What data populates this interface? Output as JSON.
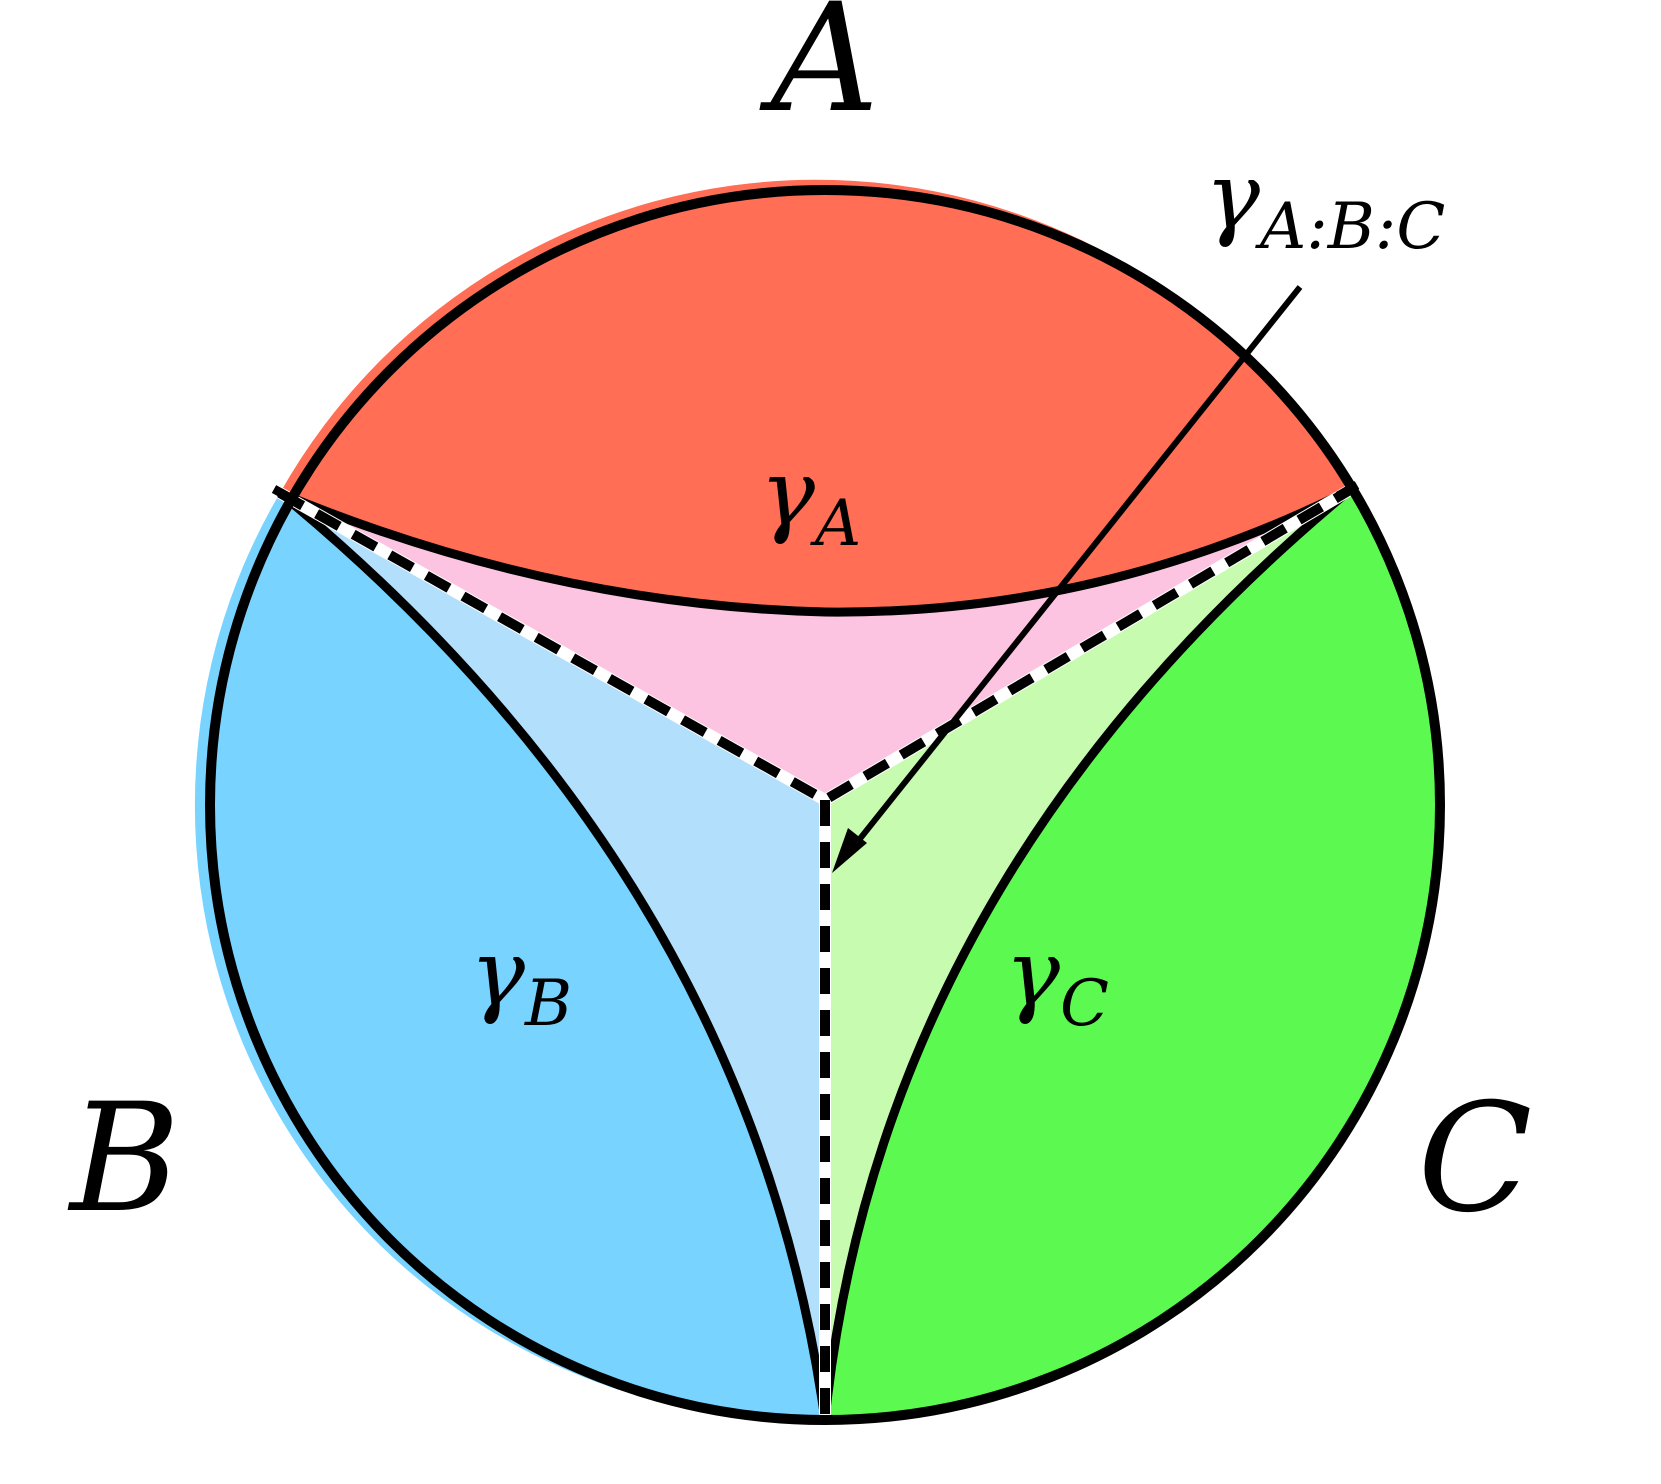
{
  "labels": {
    "region_a": "A",
    "region_b": "B",
    "region_c": "C"
  },
  "geodesics": {
    "gamma_a": {
      "symbol": "γ",
      "subscript": "A"
    },
    "gamma_b": {
      "symbol": "γ",
      "subscript": "B"
    },
    "gamma_c": {
      "symbol": "γ",
      "subscript": "C"
    },
    "gamma_abc": {
      "symbol": "γ",
      "subscript": "A:B:C"
    }
  },
  "colors": {
    "region_a_fill": "#ff6e55",
    "region_b_fill": "#79d3ff",
    "region_c_fill": "#5cfa51",
    "wedge_a_fill": "#fcc4e1",
    "wedge_b_fill": "#b2dffc",
    "wedge_c_fill": "#c7fbb0",
    "stroke": "#000000"
  }
}
